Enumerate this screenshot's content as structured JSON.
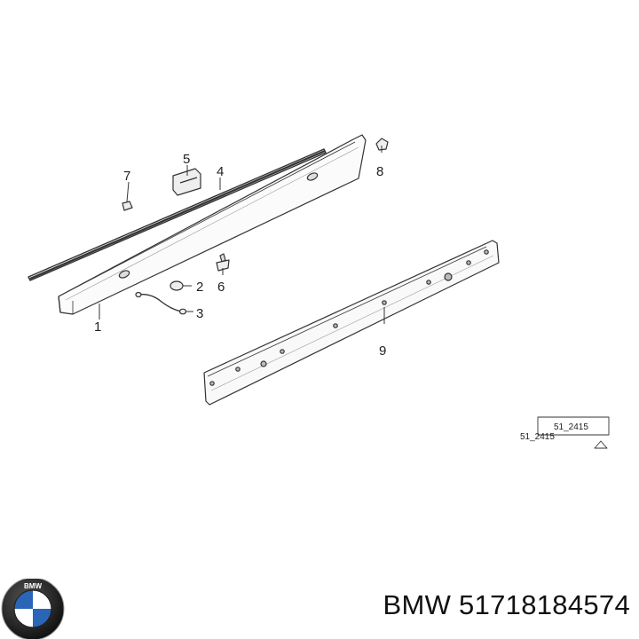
{
  "callouts": {
    "c1": "1",
    "c2": "2",
    "c3": "3",
    "c4": "4",
    "c5": "5",
    "c6": "6",
    "c7": "7",
    "c8": "8",
    "c9": "9"
  },
  "stamp": {
    "boxed_code": "51_2415",
    "plain_code": "51_2415"
  },
  "logo": {
    "text": "BMW",
    "icon": "bmw-roundel-icon",
    "blue": "#2a66b8"
  },
  "caption": "BMW 51718184574"
}
